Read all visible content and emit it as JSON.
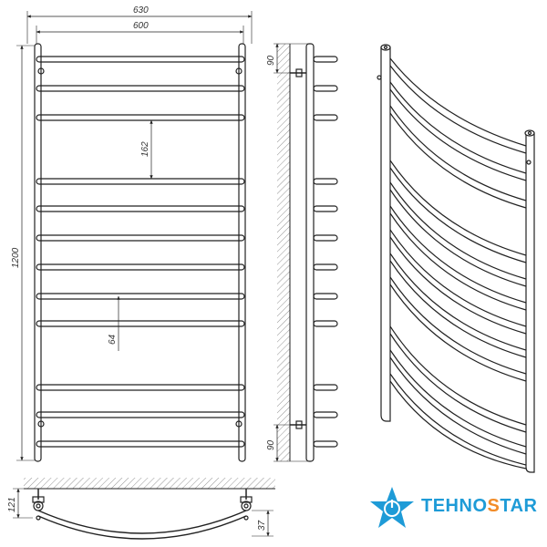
{
  "dimensions": {
    "overall_width": "630",
    "center_width": "600",
    "height": "1200",
    "rung_gap": "162",
    "rung_pitch": "64",
    "mount_top": "90",
    "mount_bottom": "90",
    "depth": "121",
    "curve_depth": "37"
  },
  "brand": {
    "part1": "TEHNO",
    "part2": "S",
    "part3": "TAR",
    "icon": "star-power-icon",
    "colors": {
      "blue": "#1e9bd7",
      "orange": "#f28c28"
    }
  },
  "colors": {
    "line": "#222222",
    "hatch": "#555555"
  }
}
